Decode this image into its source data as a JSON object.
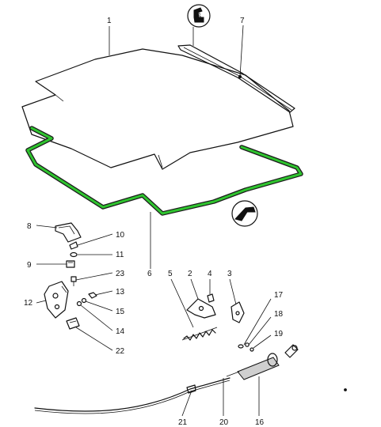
{
  "parts": {
    "p1": "1",
    "p2": "2",
    "p3": "3",
    "p4": "4",
    "p5": "5",
    "p6": "6",
    "p7": "7",
    "p8": "8",
    "p9": "9",
    "p10": "10",
    "p11": "11",
    "p12": "12",
    "p13": "13",
    "p14": "14",
    "p15": "15",
    "p16": "16",
    "p17": "17",
    "p18": "18",
    "p19": "19",
    "p20": "20",
    "p21": "21",
    "p22": "22",
    "p23": "23"
  },
  "callouts": {
    "seal_section_letter": "6"
  },
  "colors": {
    "seal": "#2fc42f",
    "line": "#111111"
  },
  "icons": {
    "seal_profile": "seal-profile-icon",
    "strip_profile": "strip-profile-icon"
  }
}
